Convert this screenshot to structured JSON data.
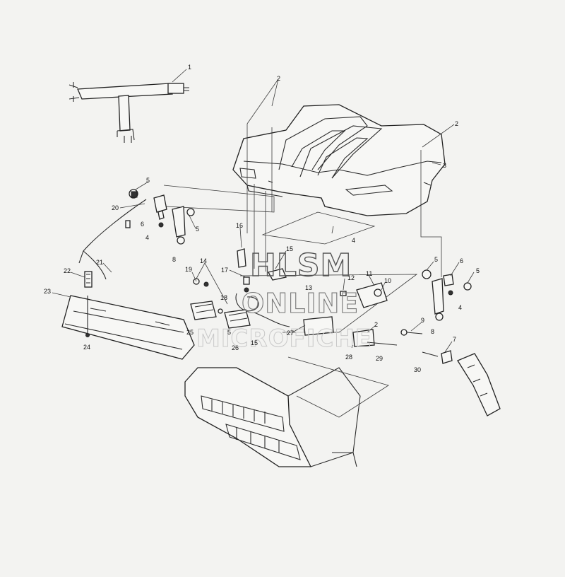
{
  "watermark": {
    "line1": "HLSM",
    "line2": "ONLINE",
    "line3": "MICROFICHE"
  },
  "callouts": {
    "c1": "1",
    "c2a": "2",
    "c2b": "2",
    "c2c": "2",
    "c3": "3",
    "c4a": "4",
    "c4b": "4",
    "c4c": "4",
    "c5a": "5",
    "c5b": "5",
    "c5c": "5",
    "c5d": "5",
    "c5e": "5",
    "c6a": "6",
    "c6b": "6",
    "c7": "7",
    "c8a": "8",
    "c8b": "8",
    "c9": "9",
    "c10": "10",
    "c11": "11",
    "c12": "12",
    "c13": "13",
    "c14": "14",
    "c15a": "15",
    "c15b": "15",
    "c16": "16",
    "c17": "17",
    "c18": "18",
    "c19": "19",
    "c20": "20",
    "c21": "21",
    "c22": "22",
    "c23": "23",
    "c24": "24",
    "c25": "25",
    "c26": "26",
    "c27": "27",
    "c28": "28",
    "c29": "29",
    "c30": "30"
  }
}
